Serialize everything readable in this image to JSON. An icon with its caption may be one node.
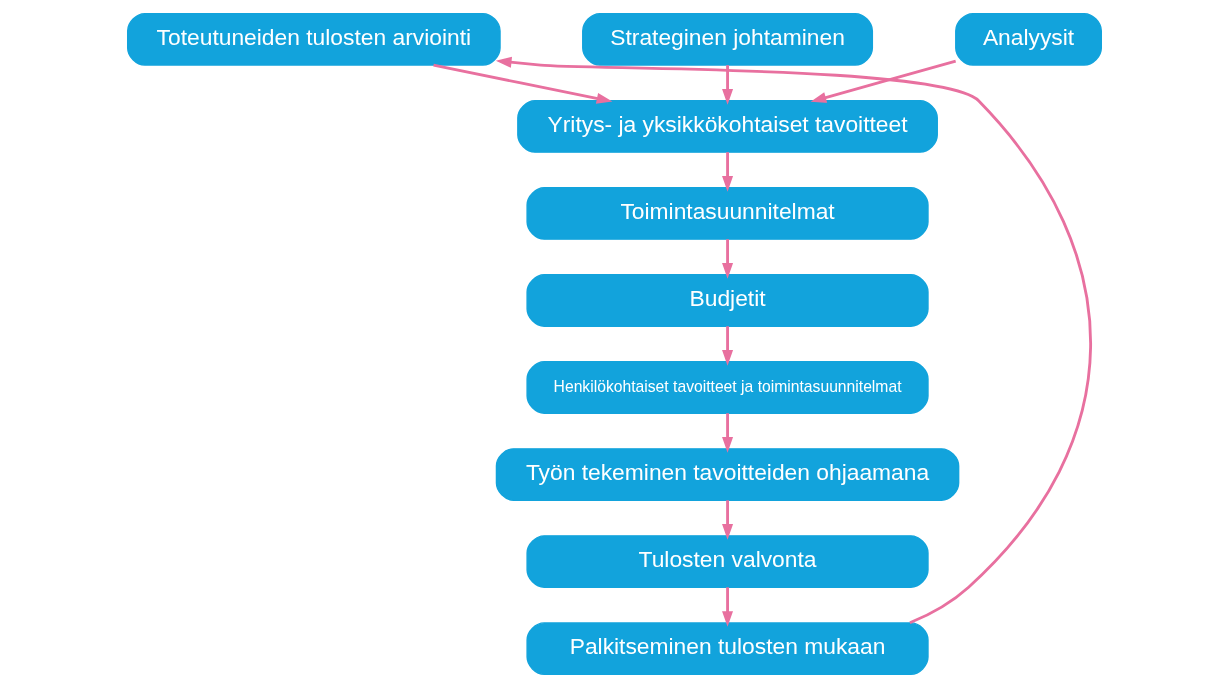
{
  "diagram": {
    "nodes": [
      {
        "text": [
          "Toteutuneiden tulosten arviointi"
        ]
      },
      {
        "text": [
          "Strateginen johtaminen"
        ]
      },
      {
        "text": [
          "Analyysit"
        ]
      },
      {
        "text": [
          "Yritys- ja yksikkökohtaiset tavoitteet"
        ]
      },
      {
        "text": [
          "Toimintasuunnitelmat"
        ]
      },
      {
        "text": [
          "Budjetit"
        ]
      },
      {
        "text": [
          "Henkilökohtaiset tavoitteet ja toimintasuunnitelmat"
        ]
      },
      {
        "text": [
          "Työn tekeminen tavoitteiden ohjaamana"
        ]
      },
      {
        "text": [
          "Tulosten valvonta"
        ]
      },
      {
        "text": [
          "Palkitseminen tulosten mukaan"
        ]
      }
    ],
    "edges": [
      {
        "from": 0,
        "to": 3,
        "arrow": "to"
      },
      {
        "from": 1,
        "to": 3,
        "arrow": "to"
      },
      {
        "from": 2,
        "to": 3,
        "arrow": "to"
      },
      {
        "from": 3,
        "to": 4,
        "arrow": "to"
      },
      {
        "from": 4,
        "to": 5,
        "arrow": "to"
      },
      {
        "from": 5,
        "to": 6,
        "arrow": "to"
      },
      {
        "from": 6,
        "to": 7,
        "arrow": "to"
      },
      {
        "from": 7,
        "to": 8,
        "arrow": "to"
      },
      {
        "from": 8,
        "to": 9,
        "arrow": "to"
      },
      {
        "from": 9,
        "to": 0,
        "arrow": "to"
      }
    ]
  }
}
